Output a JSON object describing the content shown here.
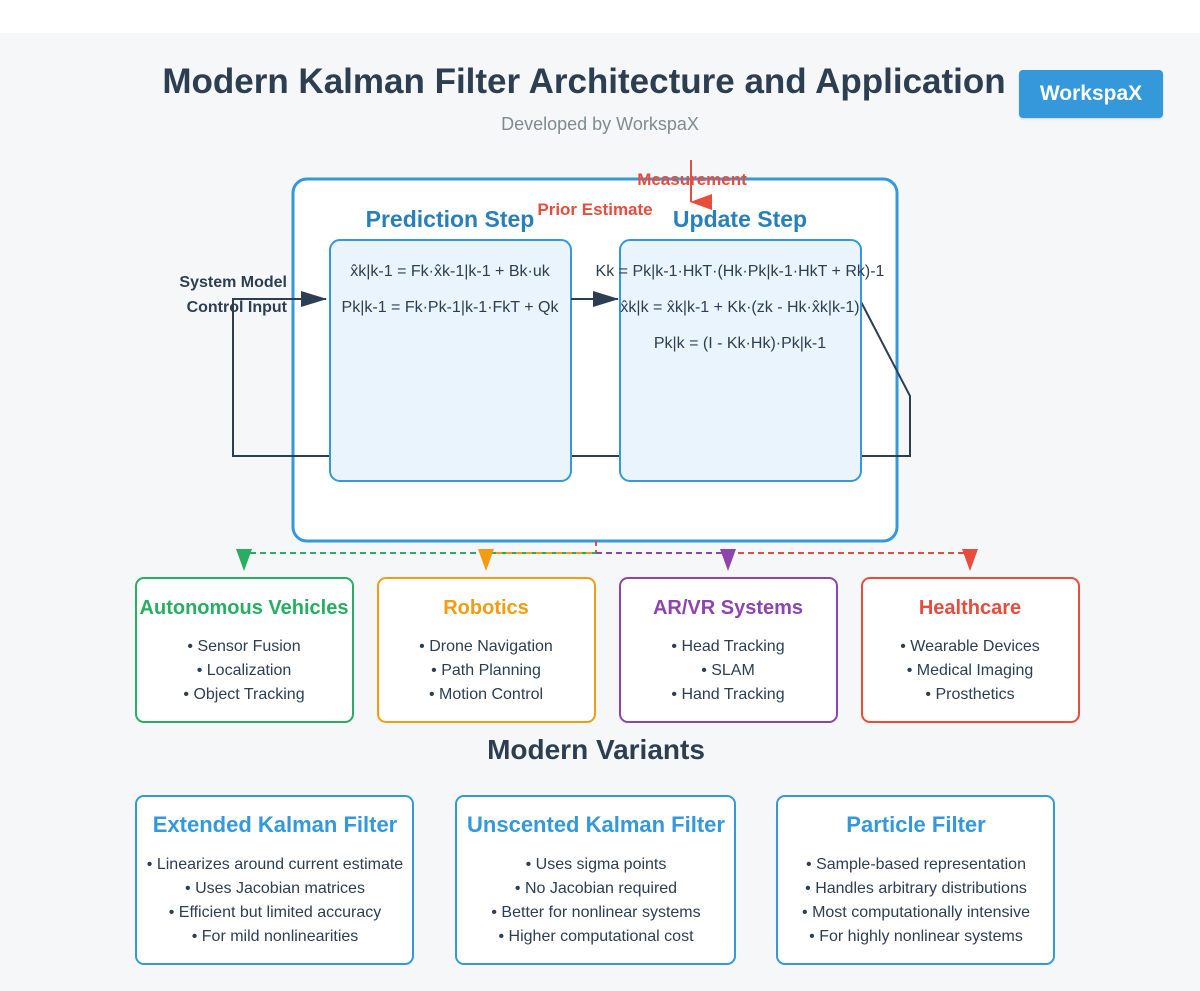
{
  "header": {
    "title": "Modern Kalman Filter Architecture and Application",
    "subtitle": "Developed by WorkspaX",
    "badge": "WorkspaX"
  },
  "diagram": {
    "prediction_title": "Prediction Step",
    "update_title": "Update Step",
    "prediction_eqs": [
      "x̂k|k-1 = Fk·x̂k-1|k-1 + Bk·uk",
      "Pk|k-1 = Fk·Pk-1|k-1·FkT + Qk"
    ],
    "update_eqs": [
      "Kk = Pk|k-1·HkT·(Hk·Pk|k-1·HkT + Rk)-1",
      "x̂k|k = x̂k|k-1 + Kk·(zk - Hk·x̂k|k-1)",
      "Pk|k = (I - Kk·Hk)·Pk|k-1"
    ],
    "inputs": [
      "System Model",
      "Control Input"
    ],
    "prior_label": "Prior Estimate",
    "measurement_label": "Measurement"
  },
  "applications": [
    {
      "title": "Autonomous Vehicles",
      "color": "#27ae60",
      "items": [
        "• Sensor Fusion",
        "• Localization",
        "• Object Tracking"
      ]
    },
    {
      "title": "Robotics",
      "color": "#f39c12",
      "items": [
        "• Drone Navigation",
        "• Path Planning",
        "• Motion Control"
      ]
    },
    {
      "title": "AR/VR Systems",
      "color": "#8e44ad",
      "items": [
        "• Head Tracking",
        "• SLAM",
        "• Hand Tracking"
      ]
    },
    {
      "title": "Healthcare",
      "color": "#e74c3c",
      "items": [
        "• Wearable Devices",
        "• Medical Imaging",
        "• Prosthetics"
      ]
    }
  ],
  "variants_title": "Modern Variants",
  "variants": [
    {
      "title": "Extended Kalman Filter",
      "items": [
        "• Linearizes around current estimate",
        "• Uses Jacobian matrices",
        "• Efficient but limited accuracy",
        "• For mild nonlinearities"
      ]
    },
    {
      "title": "Unscented Kalman Filter",
      "items": [
        "• Uses sigma points",
        "• No Jacobian required",
        "• Better for nonlinear systems",
        "• Higher computational cost"
      ]
    },
    {
      "title": "Particle Filter",
      "items": [
        "• Sample-based representation",
        "• Handles arbitrary distributions",
        "• Most computationally intensive",
        "• For highly nonlinear systems"
      ]
    }
  ],
  "colors": {
    "primary": "#3498db",
    "dark": "#2c3e50",
    "subtitle": "#7f8c8d",
    "red": "#e74c3c",
    "stepBlue": "#2980b9",
    "stepFill": "#eaf4fc"
  }
}
